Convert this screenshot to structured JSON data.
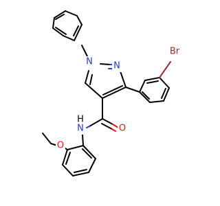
{
  "colors": {
    "bond": "#000000",
    "nitrogen": "#2436e6",
    "oxygen": "#ff0d0d",
    "bromine": "#a62929",
    "background": "#ffffff"
  },
  "atoms": {
    "n1": "N",
    "n2": "N",
    "br": "Br",
    "o_carbonyl": "O",
    "nh": "N",
    "nh_h": "H",
    "o_methoxy": "O"
  }
}
